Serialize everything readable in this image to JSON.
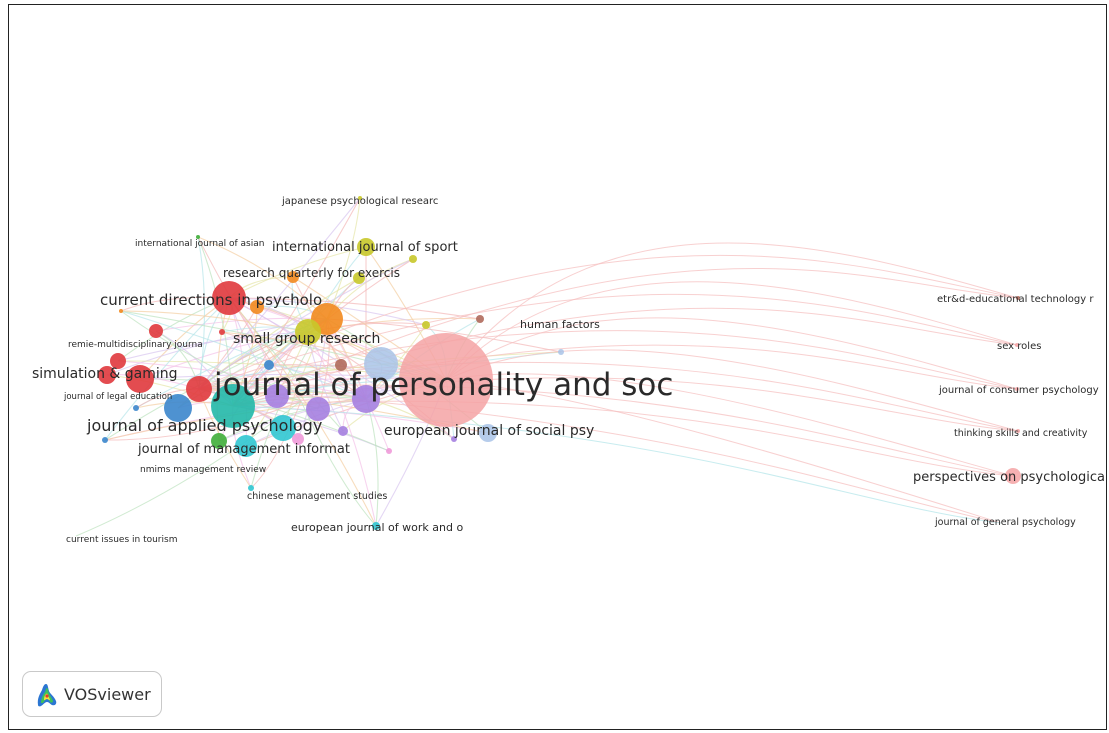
{
  "brand": {
    "name": "VOSviewer"
  },
  "network": {
    "labels": {
      "jpsp": "journal of personality and soc",
      "current_directions": "current directions in psycholo",
      "simulation_gaming": "simulation & gaming",
      "applied_psych": "journal of applied psychology",
      "small_group": "small group research",
      "intl_sport": "international journal of sport",
      "research_quarterly": "research quarterly for exercis",
      "japanese": "japanese psychological researc",
      "intl_asian": "international journal of asian",
      "remie": "remie-multidisciplinary journa",
      "legal_education": "journal of legal education",
      "management_informat": "journal of management informat",
      "nmims": "nmims management review",
      "chinese_mgmt": "chinese management studies",
      "european_work": "european journal of work and o",
      "tourism": "current issues in tourism",
      "european_social": "european journal of social psy",
      "human_factors": "human factors",
      "etrd": "etr&d-educational technology r",
      "sex_roles": "sex roles",
      "consumer": "journal of consumer psychology",
      "thinking": "thinking skills and creativity",
      "perspectives": "perspectives on psychological",
      "general": "journal of general psychology"
    },
    "cluster_colors": {
      "red": "#e0393d",
      "green": "#3fae3a",
      "blue": "#3b86cc",
      "yellow": "#c8c82a",
      "purple": "#a57fe0",
      "cyan": "#30c6d1",
      "orange": "#f28a1e",
      "brown": "#b06a5c",
      "pink": "#f09ad9",
      "pink_light": "#f5a3a5",
      "lightblue": "#a9c3e8",
      "teal": "#22b8a8"
    }
  }
}
